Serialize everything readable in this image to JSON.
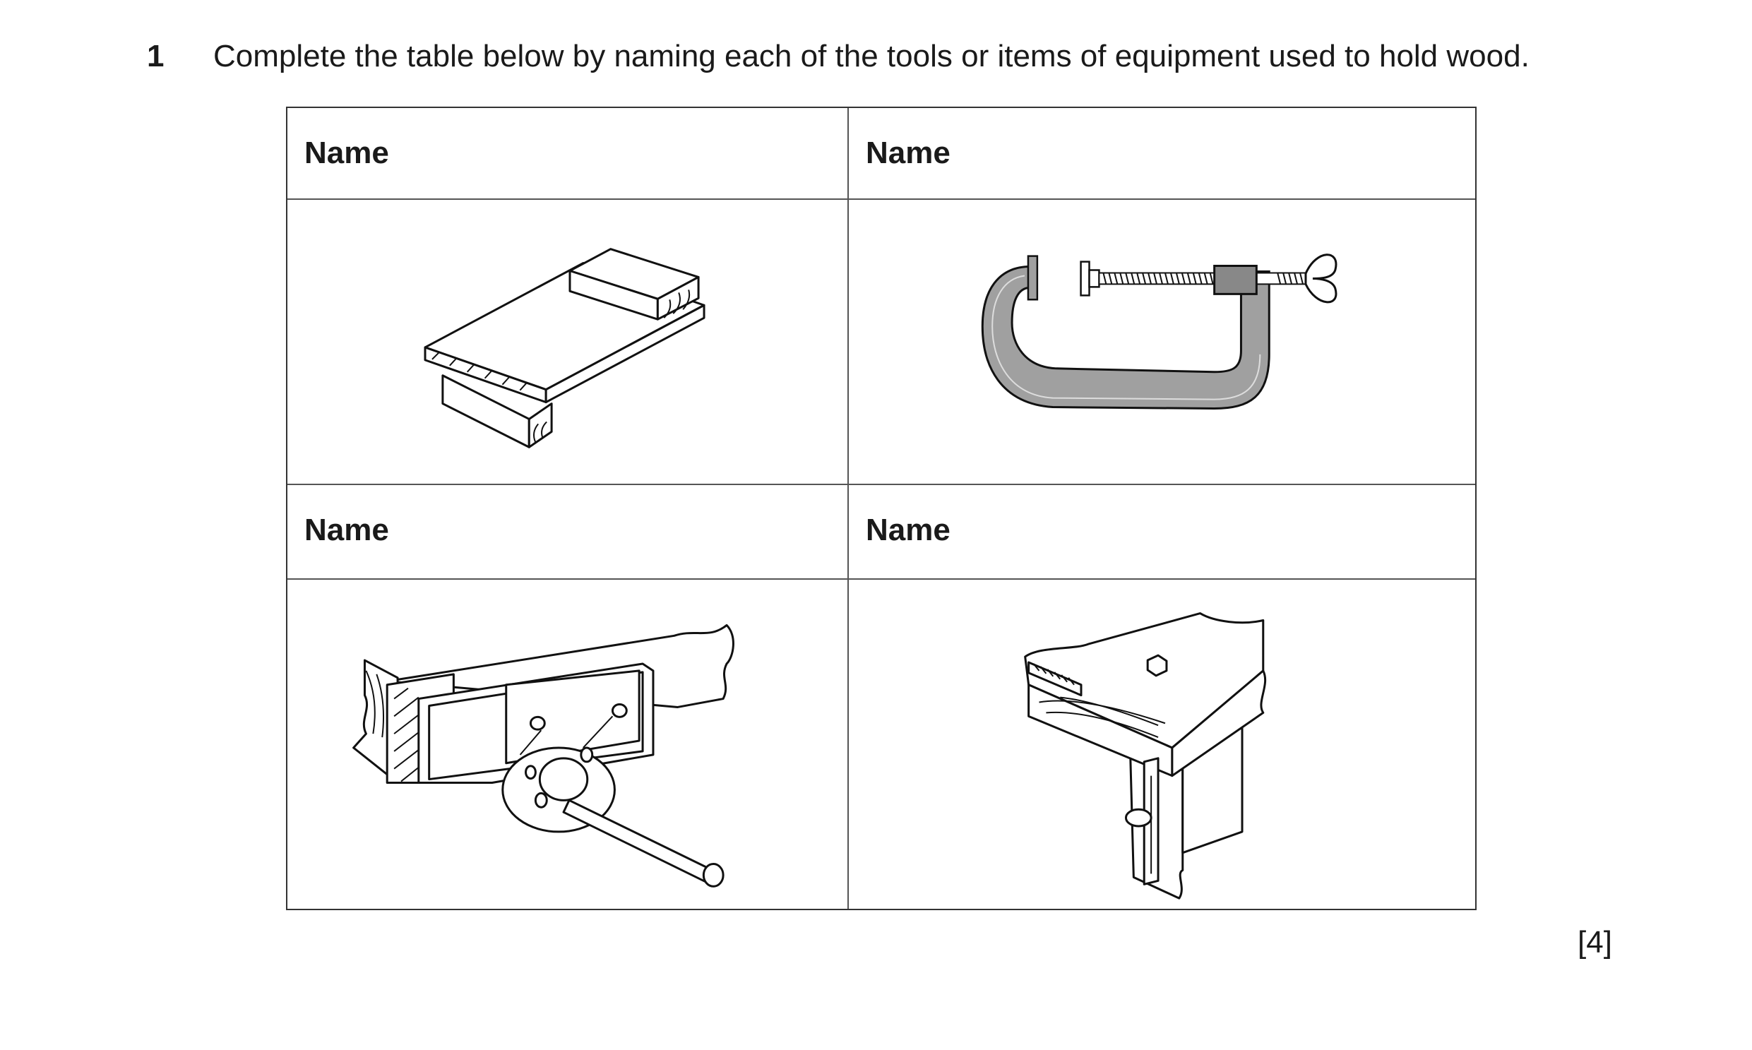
{
  "question": {
    "number": "1",
    "text": "Complete the table below by naming each of the tools or items of equipment used to hold wood."
  },
  "table": {
    "labels": [
      "Name",
      "Name",
      "Name",
      "Name"
    ]
  },
  "illustrations": [
    "bench-hook-icon",
    "g-clamp-icon",
    "woodwork-vice-icon",
    "bench-holdfast-icon"
  ],
  "marks": "[4]"
}
